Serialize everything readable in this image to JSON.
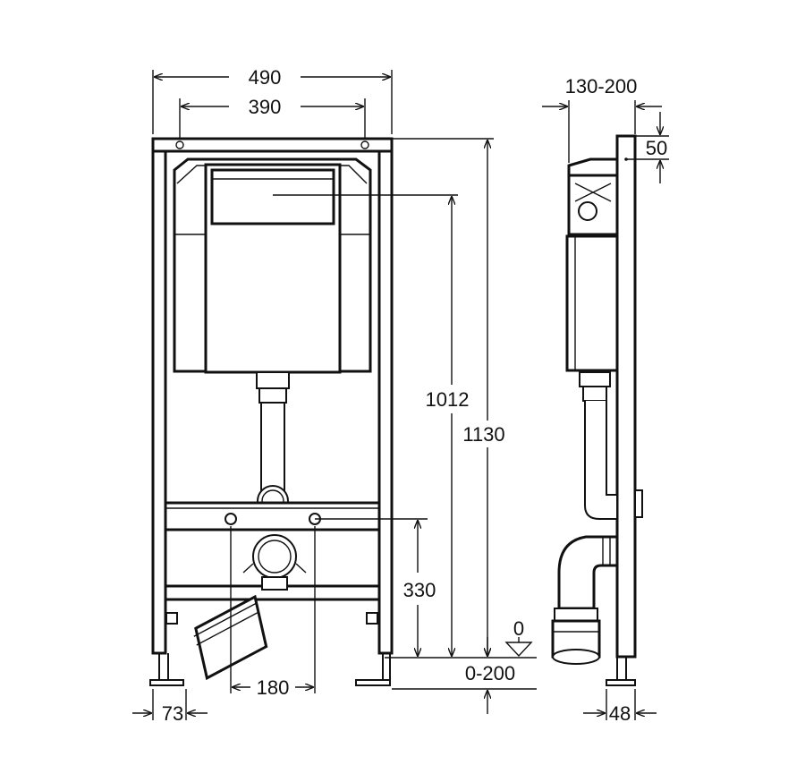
{
  "drawing": {
    "colors": {
      "line": "#111111",
      "background": "#ffffff"
    },
    "front_view": {
      "width_total": "490",
      "width_holes": "390",
      "height_total": "1130",
      "height_tank": "1012",
      "height_drain": "330",
      "drain_offset": "180",
      "foot_depth": "73",
      "floor_adjust": "0-200",
      "floor_level": "0"
    },
    "side_view": {
      "depth_range": "130-200",
      "top_offset": "50",
      "foot_depth": "48"
    }
  }
}
